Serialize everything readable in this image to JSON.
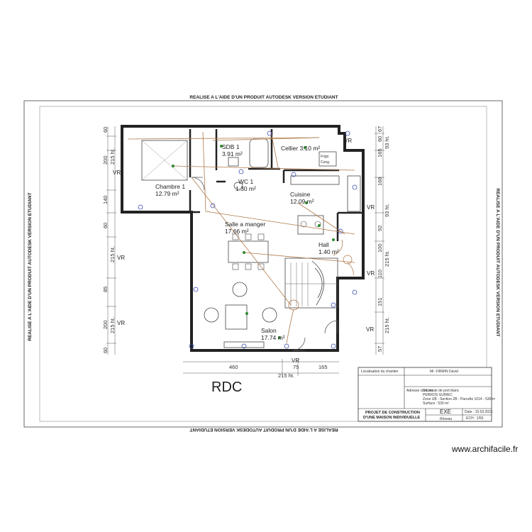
{
  "watermark": {
    "top": "REALISE A L'AIDE D'UN PRODUIT AUTODESK VERSION ETUDIANT",
    "bottom": "REALISE A L'AIDE D'UN PRODUIT AUTODESK VERSION ETUDIANT",
    "left": "REALISE A L'AIDE D'UN PRODUIT AUTODESK VERSION ETUDIANT",
    "right": "REALISE A L'AIDE D'UN PRODUIT AUTODESK VERSION ETUDIANT"
  },
  "rooms": {
    "sdb_name": "SDB 1",
    "sdb_area": "3.91 m²",
    "cellier": "Cellier 3.10 m²",
    "chambre_name": "Chambre 1",
    "chambre_area": "12.79 m²",
    "wc_name": "WC 1",
    "wc_area": "1.30 m²",
    "cuisine_name": "Cuisine",
    "cuisine_area": "12.09 m²",
    "salle_name": "Salle a manger",
    "salle_area": "17.66 m²",
    "hall_name": "Hall",
    "hall_area": "1.40 m²",
    "salon_name": "Salon",
    "salon_area": "17.74 m²"
  },
  "equipment": {
    "fridge_label_1": "Frigo",
    "fridge_label_2": "Cong."
  },
  "vr_label": "VR",
  "dims": {
    "left": [
      "60",
      "200",
      "215 ht.",
      "140",
      "60",
      "215 ht.",
      "85",
      "200",
      "215 ht.",
      "60"
    ],
    "right": [
      "67",
      "60",
      "93 ht.",
      "165",
      "168",
      "93 ht.",
      "92",
      "100",
      "215 ht.",
      "110",
      "151",
      "215 ht.",
      "57"
    ],
    "bottom_460": "460",
    "bottom_165": "165",
    "bottom_75": "75",
    "bottom_215": "215 ht."
  },
  "level": "RDC",
  "title_block": {
    "row1_label": "Localisation du chantier",
    "row1_value": "Mr. FIRMIN David",
    "addr_label": "Adresse chantier",
    "addr_line1": "XX, route de port blanc",
    "addr_line2": "PERROS GUIREC",
    "addr_line3": "Zone UB - Section ZB - Parcelle 1014 - 530m²",
    "addr_line4": "Surface : 530 m²",
    "project_1": "PROJET DE CONSTRUCTION",
    "project_2": "D'UNE MAISON INDIVIDUELLE",
    "phase": "EXE",
    "phase_sub": "Réseau",
    "date": "Date : 10.03.2021",
    "scale": "ECH : 1/50"
  },
  "credit": "www.archifacile.fr"
}
